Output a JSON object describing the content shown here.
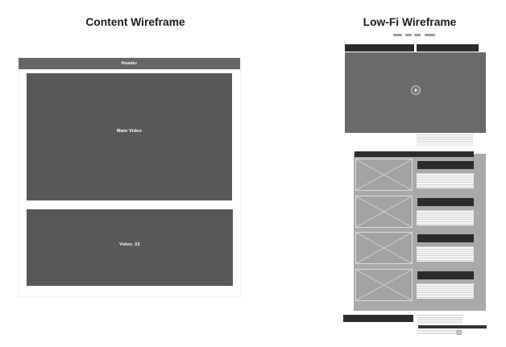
{
  "colors": {
    "header": "#656565",
    "box": "#585858",
    "dark": "#2b2b2b",
    "video": "#6a6a6a",
    "panel": "#a9a9a9",
    "dash": "#9b9b9b"
  },
  "content_wireframe": {
    "title": "Content Wireframe",
    "header_label": "Header",
    "main_video_label": "Main Video",
    "video_02_label": "Video_02"
  },
  "lowfi_wireframe": {
    "title": "Low-Fi Wireframe",
    "icons": {
      "play": "play-icon",
      "image_placeholder": "x-cross-icon"
    },
    "nav_dashes": {
      "count": 4,
      "lefts": [
        488,
        503,
        513.5,
        526.5
      ],
      "widths": [
        11,
        7.5,
        8,
        13.5
      ]
    },
    "list": {
      "item_count": 4,
      "item_tops": [
        197,
        243,
        288,
        334
      ]
    }
  }
}
